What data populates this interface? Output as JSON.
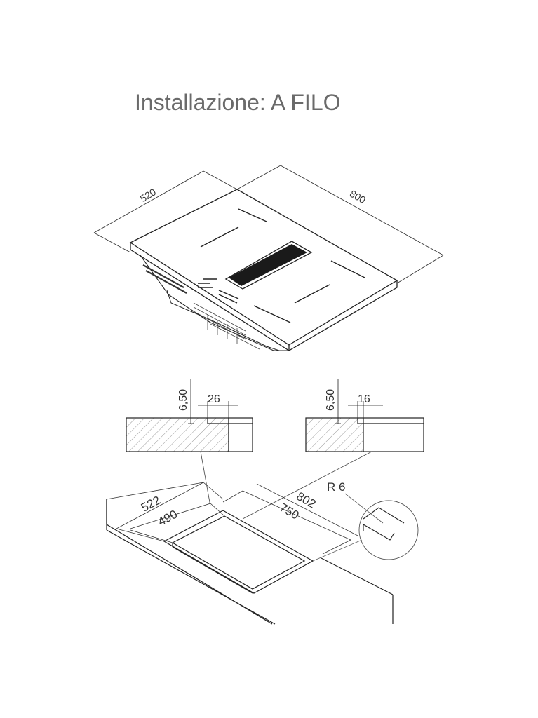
{
  "title": "Installazione: A FILO",
  "hob": {
    "depth": "520",
    "width": "800"
  },
  "section_left": {
    "recess_depth": "6,50",
    "ledge_width": "26"
  },
  "section_right": {
    "recess_depth": "6,50",
    "ledge_width": "16"
  },
  "cutout": {
    "outer_depth": "522",
    "inner_depth": "490",
    "outer_width": "802",
    "inner_width": "750",
    "corner_radius": "R 6"
  }
}
